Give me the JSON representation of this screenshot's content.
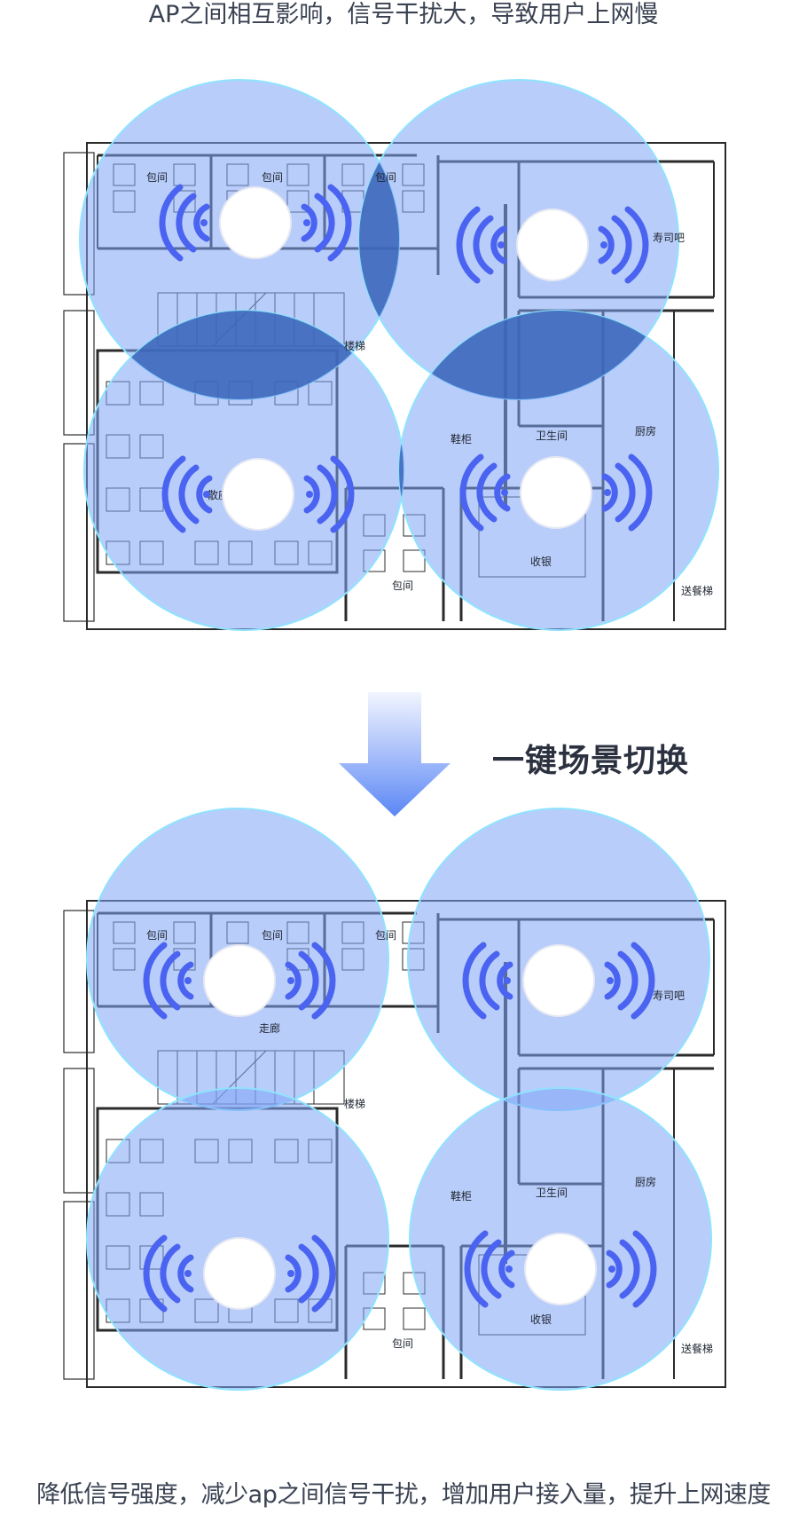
{
  "captions": {
    "top": "AP之间相互影响，信号干扰大，导致用户上网慢",
    "switch": "一键场景切换",
    "bottom": "降低信号强度，减少ap之间信号干扰，增加用户接入量，提升上网速度"
  },
  "plan_top": {
    "rooms": {
      "baojian1": "包间",
      "baojian2": "包间",
      "baojian3": "包间",
      "shousiba": "寿司吧",
      "louti": "楼梯",
      "xiegui": "鞋柜",
      "weishengjian": "卫生间",
      "chufang": "厨房",
      "sanzuo": "散座",
      "shouyin": "收银",
      "baojian4": "包间",
      "songcanti": "送餐梯"
    }
  },
  "plan_bottom": {
    "rooms": {
      "baojian1": "包间",
      "baojian2": "包间",
      "baojian3": "包间",
      "shousiba": "寿司吧",
      "zoulang": "走廊",
      "louti": "楼梯",
      "xiegui": "鞋柜",
      "weishengjian": "卫生间",
      "chufang": "厨房",
      "shouyin": "收银",
      "baojian4": "包间",
      "songcanti": "送餐梯"
    }
  },
  "colors": {
    "coverage_fill": "#7fa4f5",
    "coverage_stroke": "#8fe3ff",
    "overlap": "#2f5bb0",
    "signal_arc": "#4a63f0",
    "arrow_top": "#f2f5ff",
    "arrow_bottom": "#5b87f5"
  },
  "icons": {
    "access_point": "ceiling-ap-icon",
    "signal": "wifi-signal-icon",
    "arrow": "down-arrow-icon"
  }
}
